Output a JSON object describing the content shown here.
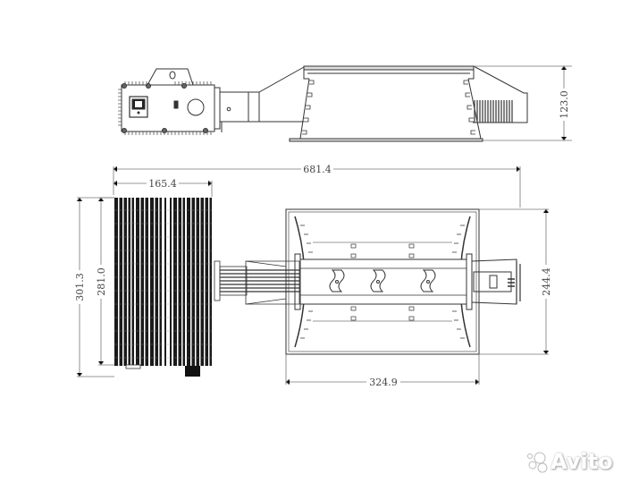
{
  "drawing": {
    "title": "Lighting fixture dimension drawing",
    "views": [
      "side-view",
      "top-view"
    ],
    "units": "mm"
  },
  "dimensions": {
    "side_height": "123.0",
    "overall_length": "681.4",
    "ballast_width": "165.4",
    "overall_height": "301.3",
    "ballast_height": "281.0",
    "reflector_height": "244.4",
    "reflector_width": "324.9"
  },
  "colors": {
    "line": "#333333",
    "dim_line": "#777777",
    "fin_fill": "#1a1a1a",
    "background": "#ffffff"
  },
  "watermark": {
    "text": "Avito"
  }
}
